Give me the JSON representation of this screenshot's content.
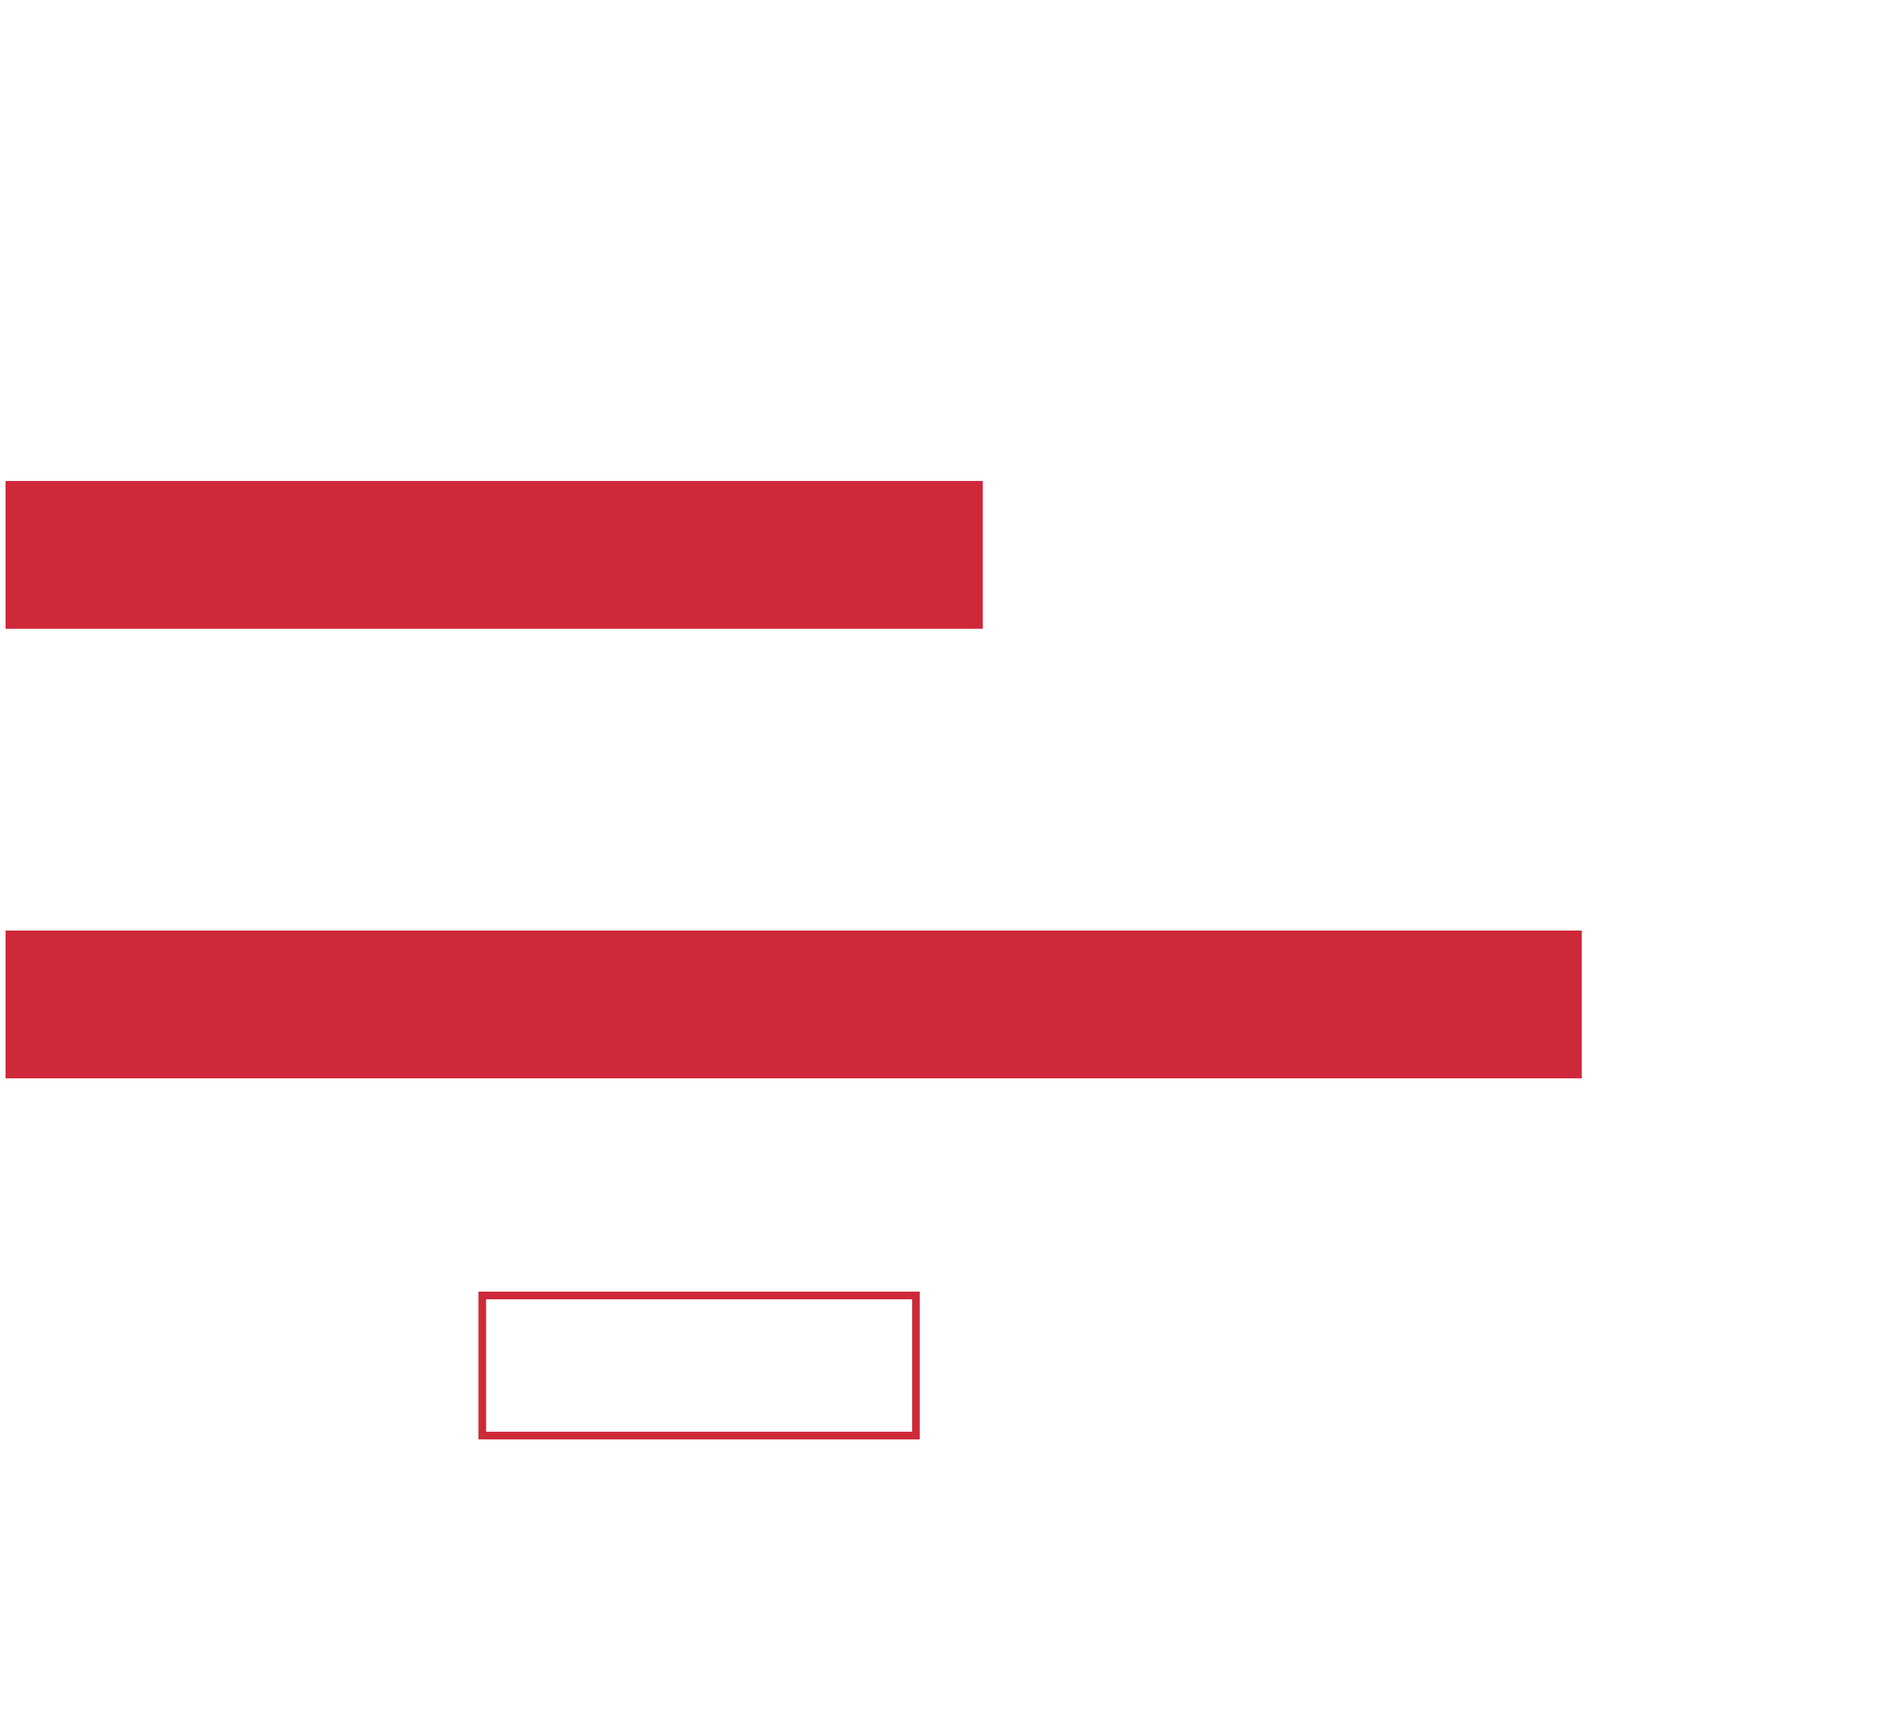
{
  "chart_data": {
    "type": "bar",
    "orientation": "horizontal",
    "categories": [
      "",
      "",
      ""
    ],
    "series": [
      {
        "values": [
          62,
          100,
          28
        ],
        "styles": [
          "filled",
          "filled",
          "outlined"
        ],
        "offsets": [
          0,
          0,
          30
        ]
      }
    ],
    "xlim": [
      0,
      120
    ],
    "colors": {
      "bar": "#CE2939",
      "background": "#FFFFFF"
    },
    "grid": false,
    "legend": "none"
  }
}
